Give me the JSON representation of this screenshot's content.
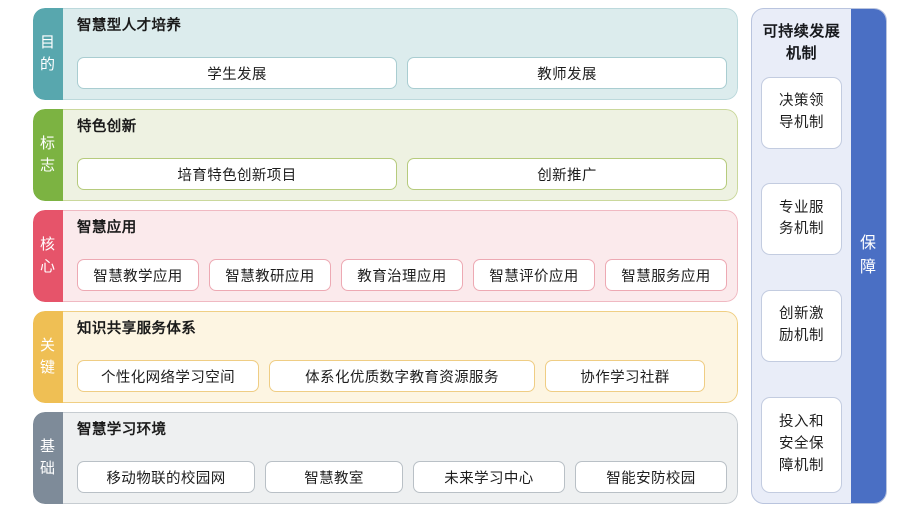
{
  "diagram": {
    "rows": [
      {
        "tab": [
          "目",
          "的"
        ],
        "tab_name": "goal",
        "title": "智慧型人才培养",
        "items": [
          "学生发展",
          "教师发展"
        ],
        "color": "#58a7ae"
      },
      {
        "tab": [
          "标",
          "志"
        ],
        "tab_name": "mark",
        "title": "特色创新",
        "items": [
          "培育特色创新项目",
          "创新推广"
        ],
        "color": "#7cb342"
      },
      {
        "tab": [
          "核",
          "心"
        ],
        "tab_name": "core",
        "title": "智慧应用",
        "items": [
          "智慧教学应用",
          "智慧教研应用",
          "教育治理应用",
          "智慧评价应用",
          "智慧服务应用"
        ],
        "color": "#e6546a"
      },
      {
        "tab": [
          "关",
          "键"
        ],
        "tab_name": "key",
        "title": "知识共享服务体系",
        "items": [
          "个性化网络学习空间",
          "体系化优质数字教育资源服务",
          "协作学习社群"
        ],
        "color": "#efbf54"
      },
      {
        "tab": [
          "基",
          "础"
        ],
        "tab_name": "base",
        "title": "智慧学习环境",
        "items": [
          "移动物联的校园网",
          "智慧教室",
          "未来学习中心",
          "智能安防校园"
        ],
        "color": "#7e8b99"
      }
    ],
    "support": {
      "title": "可持续发展机制",
      "bar_label": [
        "保",
        "障"
      ],
      "bar_color": "#4a6fc4",
      "panel_color": "#e9edf8",
      "items": [
        {
          "text": "决策领导机制",
          "lines": [
            "决策领",
            "导机制"
          ]
        },
        {
          "text": "专业服务机制",
          "lines": [
            "专业服",
            "务机制"
          ]
        },
        {
          "text": "创新激励机制",
          "lines": [
            "创新激",
            "励机制"
          ]
        },
        {
          "text": "投入和安全保障机制",
          "lines": [
            "投入和",
            "安全保",
            "障机制"
          ]
        }
      ]
    }
  }
}
